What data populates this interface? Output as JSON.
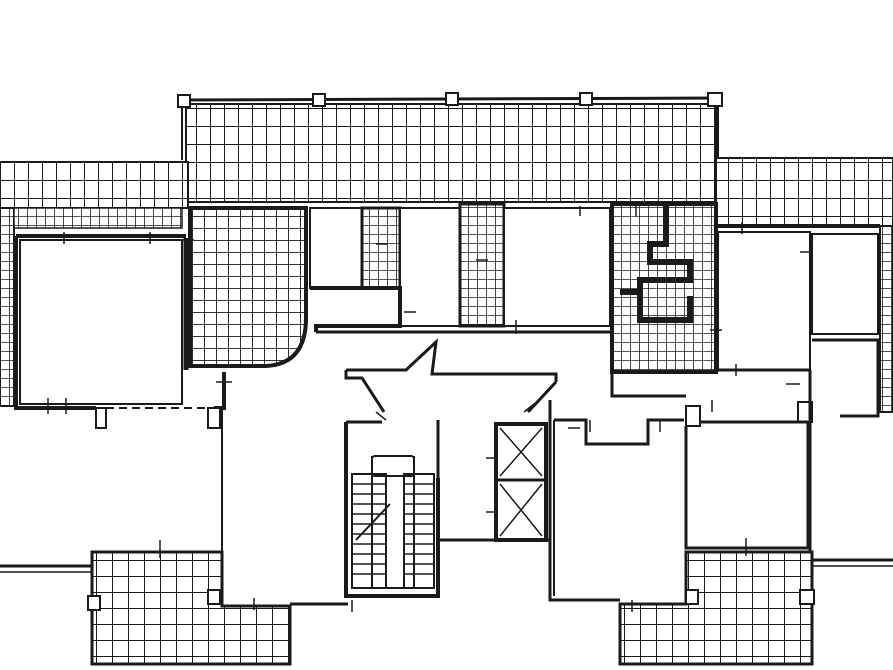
{
  "drawing": {
    "ink_color": "#1a1a1a",
    "paper_color": "#ffffff",
    "labels": []
  },
  "elements": {
    "terrace_top": "tiled-terrace",
    "terrace_left_wing": "tiled-terrace",
    "terrace_right_wing": "tiled-terrace",
    "terrace_bottom_left": "tiled-terrace",
    "terrace_bottom_right": "tiled-terrace",
    "staircase": "stair-flights",
    "elevator": "elevator-shafts",
    "bathroom_tiles": "tiled-room"
  }
}
